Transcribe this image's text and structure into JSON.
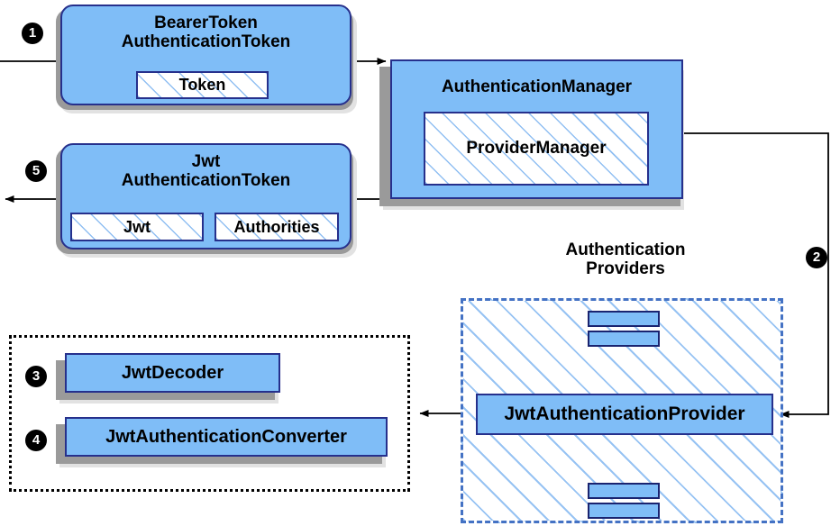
{
  "diagram": {
    "title": "Spring Security JWT Bearer Token Authentication Flow",
    "colors": {
      "node_fill": "#7fbdf7",
      "node_border": "#26308c",
      "shadow_dark": "#9a9a9a",
      "shadow_light": "#e2e2e2",
      "hatch_line": "#7db4f0",
      "region_blue_border": "#4472c4",
      "region_black_border": "#000000",
      "badge_fill": "#000000",
      "badge_text": "#ffffff",
      "connector": "#000000"
    }
  },
  "badges": [
    {
      "id": "step-1",
      "label": "1"
    },
    {
      "id": "step-2",
      "label": "2"
    },
    {
      "id": "step-3",
      "label": "3"
    },
    {
      "id": "step-4",
      "label": "4"
    },
    {
      "id": "step-5",
      "label": "5"
    }
  ],
  "nodes": {
    "bearer_token": {
      "title": "BearerToken\nAuthenticationToken",
      "slots": [
        {
          "label": "Token"
        }
      ]
    },
    "jwt_token": {
      "title": "Jwt\nAuthenticationToken",
      "slots": [
        {
          "label": "Jwt"
        },
        {
          "label": "Authorities"
        }
      ]
    },
    "authentication_manager": {
      "title": "AuthenticationManager",
      "slots": [
        {
          "label": "ProviderManager"
        }
      ]
    },
    "jwt_authentication_provider": {
      "title": "JwtAuthenticationProvider"
    },
    "jwt_decoder": {
      "title": "JwtDecoder"
    },
    "jwt_authentication_converter": {
      "title": "JwtAuthenticationConverter"
    }
  },
  "regions": {
    "authentication_providers": {
      "caption": "Authentication\nProviders"
    },
    "jwt_support_components": {
      "caption": ""
    }
  },
  "mini_bars": {
    "top": [
      {
        "id": "provider-stub-top-1"
      },
      {
        "id": "provider-stub-top-2"
      }
    ],
    "bottom": [
      {
        "id": "provider-stub-bottom-1"
      },
      {
        "id": "provider-stub-bottom-2"
      }
    ]
  },
  "connectors": [
    {
      "id": "request-in",
      "from": "left-edge",
      "to": "bearer_token"
    },
    {
      "id": "bearer-to-manager",
      "from": "bearer_token",
      "to": "authentication_manager"
    },
    {
      "id": "manager-to-provider",
      "from": "authentication_manager",
      "to": "jwt_authentication_provider"
    },
    {
      "id": "provider-to-support",
      "from": "jwt_authentication_provider",
      "to": "jwt_support_components"
    },
    {
      "id": "manager-to-jwt-token",
      "from": "authentication_manager",
      "to": "jwt_token"
    },
    {
      "id": "response-out",
      "from": "jwt_token",
      "to": "left-edge"
    },
    {
      "id": "provider-stub-top-link",
      "from": "provider-stub-top",
      "to": "jwt_authentication_provider"
    },
    {
      "id": "provider-stub-bottom-link",
      "from": "jwt_authentication_provider",
      "to": "provider-stub-bottom"
    }
  ]
}
